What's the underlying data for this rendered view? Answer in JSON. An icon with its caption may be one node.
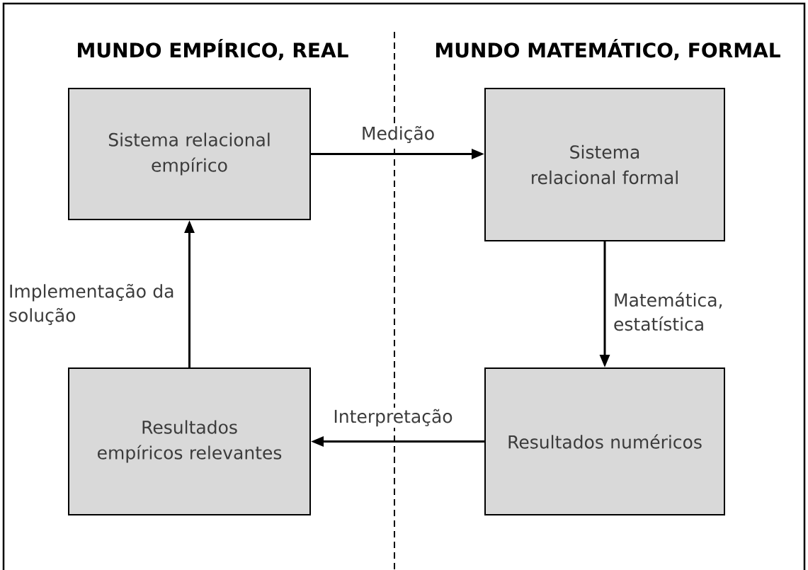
{
  "diagram": {
    "nodes": [
      {
        "text": [
          "Sistema relacional empírico"
        ]
      },
      {
        "text": [
          "Sistema relacional formal"
        ]
      },
      {
        "text": [
          "Resultados numéricos"
        ]
      },
      {
        "text": [
          "Resultados empíricos relevantes"
        ]
      }
    ],
    "edges": [
      {
        "from": 0,
        "to": 1,
        "arrow": "to",
        "label": "Medição"
      },
      {
        "from": 1,
        "to": 2,
        "arrow": "to",
        "label": "Matemática, estatística"
      },
      {
        "from": 2,
        "to": 3,
        "arrow": "to",
        "label": "Interpretação"
      },
      {
        "from": 3,
        "to": 0,
        "arrow": "to",
        "label": "Implementação da solução"
      }
    ],
    "labels": [
      "MUNDO EMPÍRICO, REAL",
      "MUNDO MATEMÁTICO, FORMAL"
    ]
  }
}
